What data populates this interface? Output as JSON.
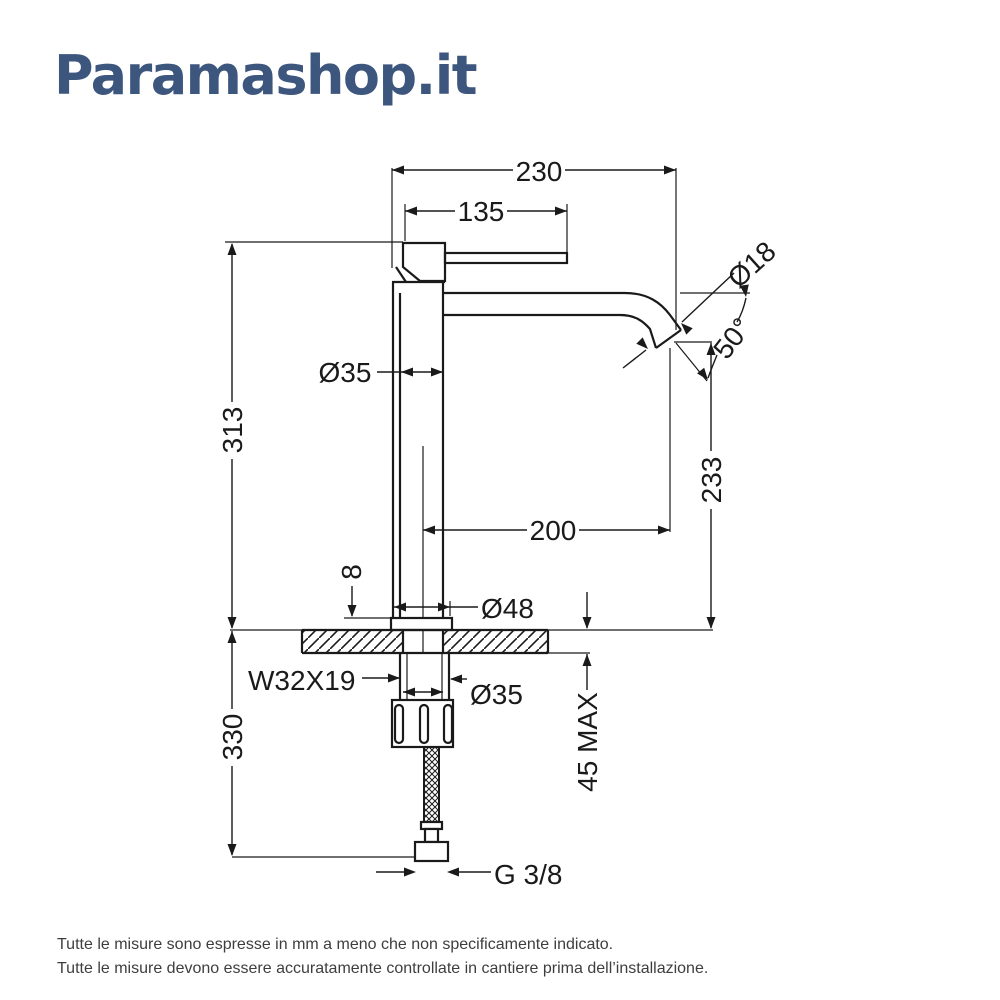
{
  "header": {
    "logo_text": "Paramashop.it"
  },
  "diagram": {
    "dimensions": {
      "overall_depth": "230",
      "handle_length": "135",
      "spout_diameter": "Ø18",
      "spout_angle": "50°",
      "body_diameter": "Ø35",
      "height_above_deck": "313",
      "spout_outlet_height": "233",
      "spout_reach": "200",
      "base_plate_height": "8",
      "base_plate_diameter": "Ø48",
      "shank_thread": "W32X19",
      "shank_diameter": "Ø35",
      "deck_thickness_max": "45 MAX",
      "below_deck_length": "330",
      "hose_connection": "G 3/8"
    }
  },
  "footer": {
    "line1": "Tutte le misure sono espresse in mm a meno che non specificamente indicato.",
    "line2": "Tutte le misure devono essere accuratamente controllate in cantiere prima dell’installazione."
  },
  "colors": {
    "logo_blue": "#3c567e",
    "line_black": "#1a1a1a",
    "footer_gray": "#3e3e3e",
    "background": "#ffffff"
  }
}
